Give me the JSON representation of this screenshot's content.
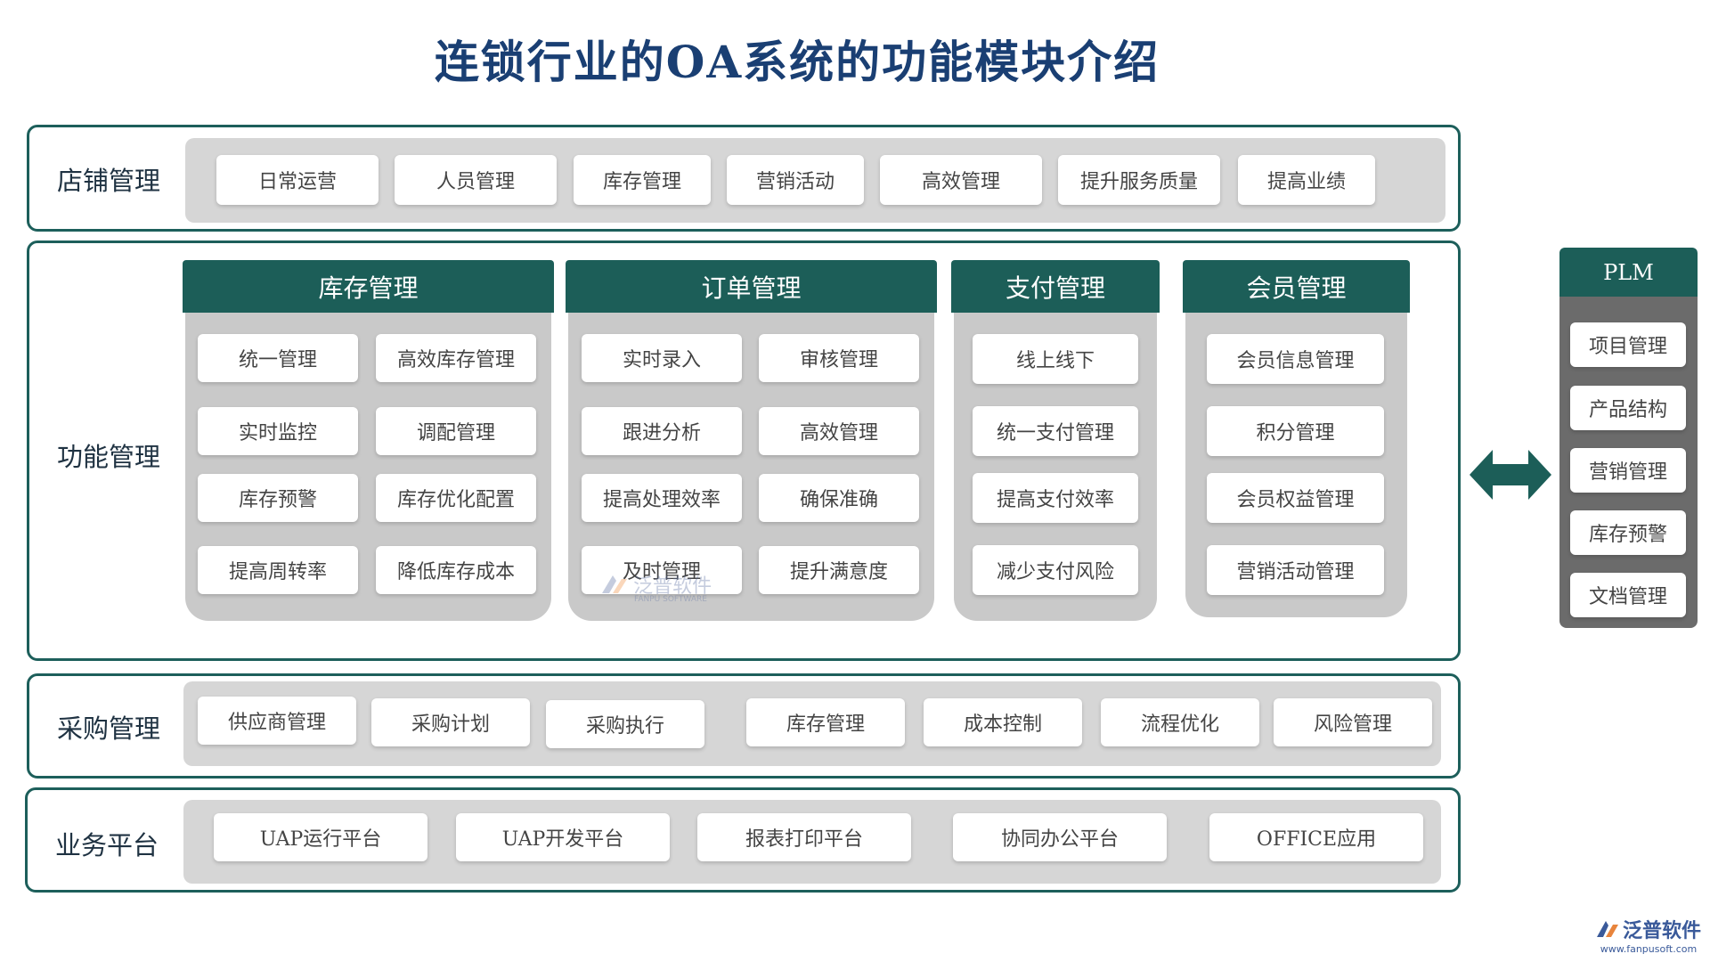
{
  "title": "连锁行业的OA系统的功能模块介绍",
  "store": {
    "label": "店铺管理",
    "items": [
      "日常运营",
      "人员管理",
      "库存管理",
      "营销活动",
      "高效管理",
      "提升服务质量",
      "提高业绩"
    ]
  },
  "function": {
    "label": "功能管理",
    "modules": [
      {
        "title": "库存管理",
        "items": [
          "统一管理",
          "高效库存管理",
          "实时监控",
          "调配管理",
          "库存预警",
          "库存优化配置",
          "提高周转率",
          "降低库存成本"
        ]
      },
      {
        "title": "订单管理",
        "items": [
          "实时录入",
          "审核管理",
          "跟进分析",
          "高效管理",
          "提高处理效率",
          "确保准确",
          "及时管理",
          "提升满意度"
        ]
      },
      {
        "title": "支付管理",
        "items": [
          "线上线下",
          "统一支付管理",
          "提高支付效率",
          "减少支付风险"
        ]
      },
      {
        "title": "会员管理",
        "items": [
          "会员信息管理",
          "积分管理",
          "会员权益管理",
          "营销活动管理"
        ]
      }
    ]
  },
  "purchase": {
    "label": "采购管理",
    "items": [
      "供应商管理",
      "采购计划",
      "采购执行",
      "库存管理",
      "成本控制",
      "流程优化",
      "风险管理"
    ]
  },
  "platform": {
    "label": "业务平台",
    "items": [
      "UAP运行平台",
      "UAP开发平台",
      "报表打印平台",
      "协同办公平台",
      "OFFICE应用"
    ]
  },
  "plm": {
    "title": "PLM",
    "items": [
      "项目管理",
      "产品结构",
      "营销管理",
      "库存预警",
      "文档管理"
    ]
  },
  "watermark": {
    "text": "泛普软件",
    "sub": "FANPU SOFTWARE"
  },
  "logo": {
    "text": "泛普软件",
    "url": "www.fanpusoft.com"
  },
  "colors": {
    "accent": "#1c5e58",
    "title": "#1a3f73",
    "band": "#d6d6d6",
    "module_body": "#c9c9c9",
    "plm_body": "#6b6b6b"
  }
}
